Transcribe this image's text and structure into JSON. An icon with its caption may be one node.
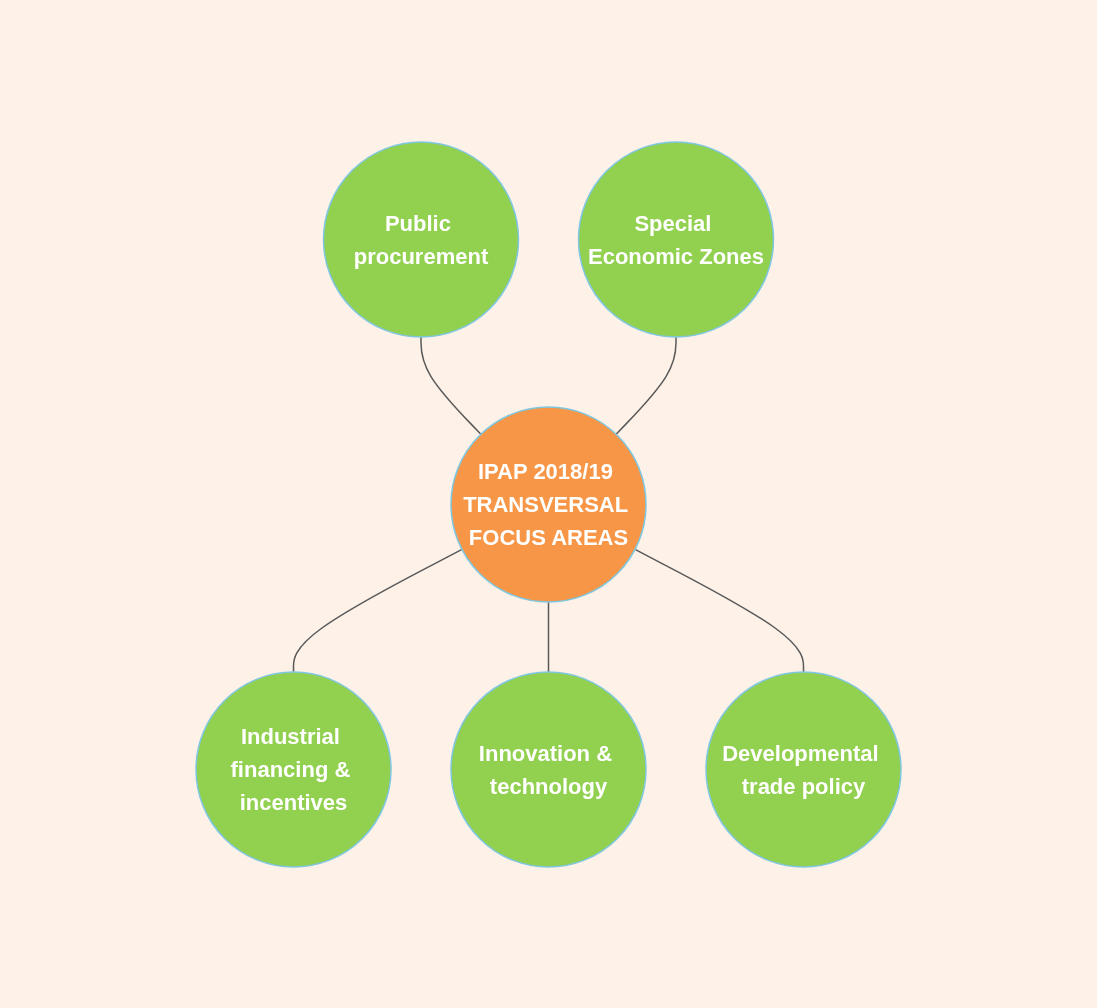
{
  "diagram": {
    "nodes": [
      {
        "text": [
          "IPAP 2018/19 TRANSVERSAL FOCUS AREAS"
        ]
      },
      {
        "text": [
          "Public procurement"
        ]
      },
      {
        "text": [
          "Special Economic Zones"
        ]
      },
      {
        "text": [
          "Industrial financing & incentives"
        ]
      },
      {
        "text": [
          "Innovation & technology"
        ]
      },
      {
        "text": [
          "Developmental trade policy"
        ]
      }
    ],
    "edges": [
      {
        "from": 1,
        "to": 0,
        "arrow": "none"
      },
      {
        "from": 2,
        "to": 0,
        "arrow": "none"
      },
      {
        "from": 0,
        "to": 3,
        "arrow": "none"
      },
      {
        "from": 0,
        "to": 4,
        "arrow": "none"
      },
      {
        "from": 0,
        "to": 5,
        "arrow": "none"
      }
    ]
  }
}
